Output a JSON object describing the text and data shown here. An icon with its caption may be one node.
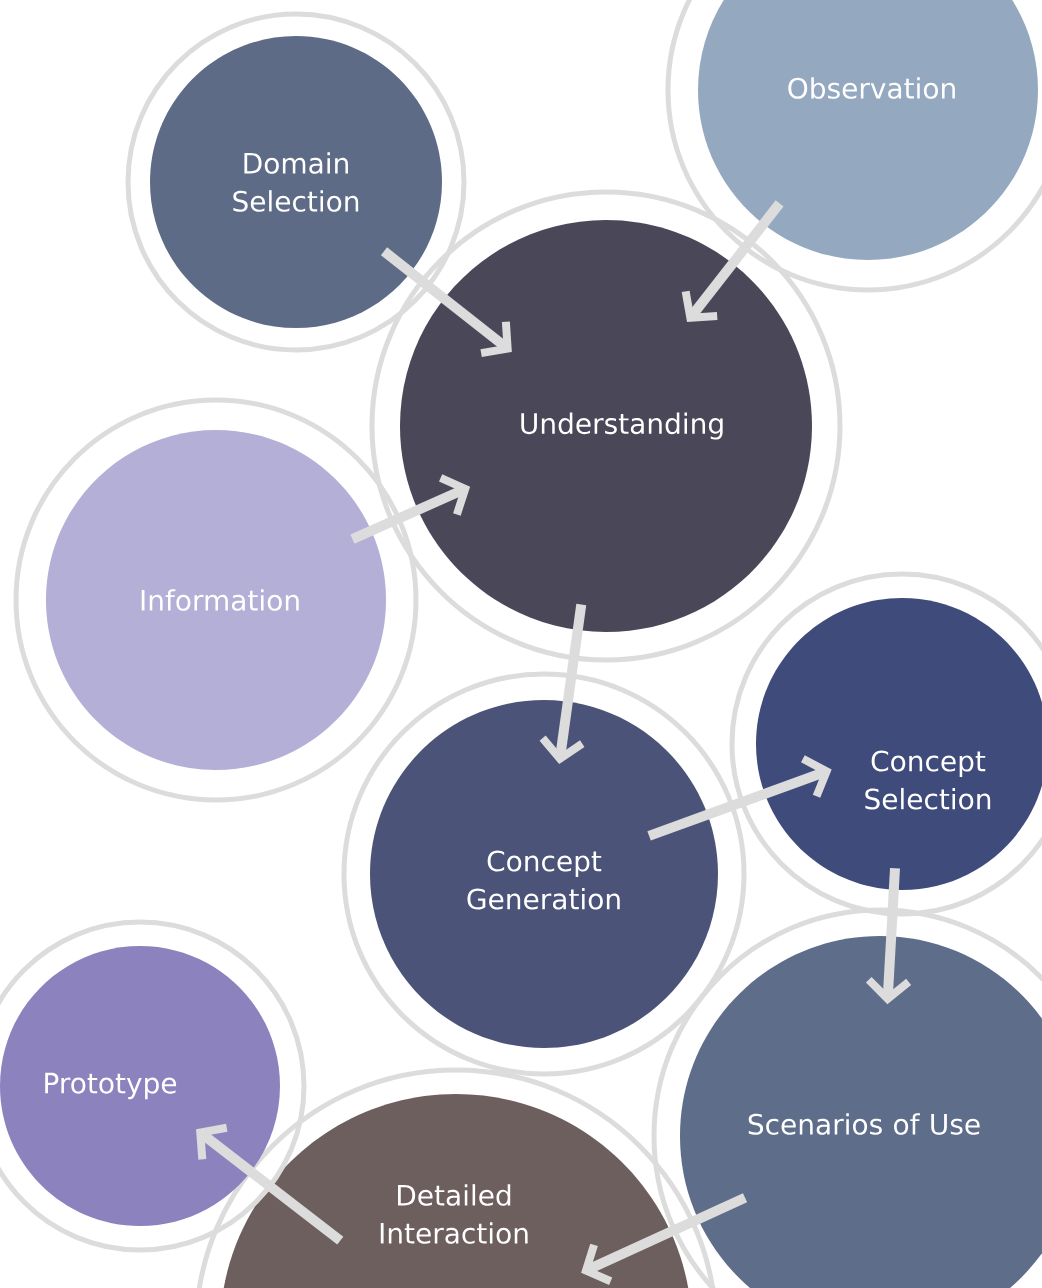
{
  "diagram": {
    "nodes": [
      {
        "text": [
          "Domain Selection"
        ]
      },
      {
        "text": [
          "Observation"
        ]
      },
      {
        "text": [
          "Understanding"
        ]
      },
      {
        "text": [
          "Information"
        ]
      },
      {
        "text": [
          "Concept Generation"
        ]
      },
      {
        "text": [
          "Concept Selection"
        ]
      },
      {
        "text": [
          "Scenarios of Use"
        ]
      },
      {
        "text": [
          "Detailed Interaction"
        ]
      },
      {
        "text": [
          "Prototype"
        ]
      }
    ],
    "edges": [
      {
        "from": 0,
        "to": 2,
        "arrow": "to"
      },
      {
        "from": 1,
        "to": 2,
        "arrow": "to"
      },
      {
        "from": 3,
        "to": 2,
        "arrow": "to"
      },
      {
        "from": 2,
        "to": 4,
        "arrow": "to"
      },
      {
        "from": 4,
        "to": 5,
        "arrow": "to"
      },
      {
        "from": 5,
        "to": 6,
        "arrow": "to"
      },
      {
        "from": 6,
        "to": 7,
        "arrow": "to"
      },
      {
        "from": 7,
        "to": 8,
        "arrow": "to"
      }
    ]
  }
}
